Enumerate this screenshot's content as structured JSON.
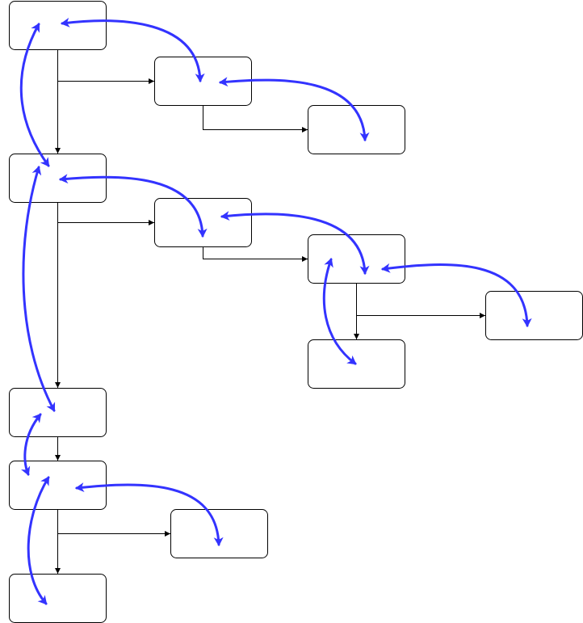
{
  "diagram": {
    "colors": {
      "box_stroke": "#000000",
      "box_fill": "#ffffff",
      "connector": "#000000",
      "curve": "#3333ff"
    },
    "nodes": [
      {
        "id": "n1",
        "label": ""
      },
      {
        "id": "n2",
        "label": ""
      },
      {
        "id": "n3",
        "label": ""
      },
      {
        "id": "n4",
        "label": ""
      },
      {
        "id": "n5",
        "label": ""
      },
      {
        "id": "n6",
        "label": ""
      },
      {
        "id": "n7",
        "label": ""
      },
      {
        "id": "n8",
        "label": ""
      },
      {
        "id": "n9",
        "label": ""
      },
      {
        "id": "n10",
        "label": ""
      },
      {
        "id": "n11",
        "label": ""
      },
      {
        "id": "n12",
        "label": ""
      }
    ],
    "tree_edges": [
      {
        "from": "n1",
        "to": "n2"
      },
      {
        "from": "n2",
        "to": "n3"
      },
      {
        "from": "n1",
        "to": "n4"
      },
      {
        "from": "n4",
        "to": "n5"
      },
      {
        "from": "n5",
        "to": "n6"
      },
      {
        "from": "n6",
        "to": "n7"
      },
      {
        "from": "n6",
        "to": "n8"
      },
      {
        "from": "n4",
        "to": "n9"
      },
      {
        "from": "n9",
        "to": "n10"
      },
      {
        "from": "n10",
        "to": "n11"
      },
      {
        "from": "n10",
        "to": "n12"
      }
    ],
    "curved_arrows": [
      {
        "from": "n1",
        "to": "n2"
      },
      {
        "from": "n2",
        "to": "n3"
      },
      {
        "from": "n1",
        "to": "n4"
      },
      {
        "from": "n4",
        "to": "n5"
      },
      {
        "from": "n5",
        "to": "n6"
      },
      {
        "from": "n6",
        "to": "n7"
      },
      {
        "from": "n6",
        "to": "n8"
      },
      {
        "from": "n4",
        "to": "n9"
      },
      {
        "from": "n9",
        "to": "n10"
      },
      {
        "from": "n10",
        "to": "n11"
      },
      {
        "from": "n10",
        "to": "n12"
      }
    ]
  }
}
